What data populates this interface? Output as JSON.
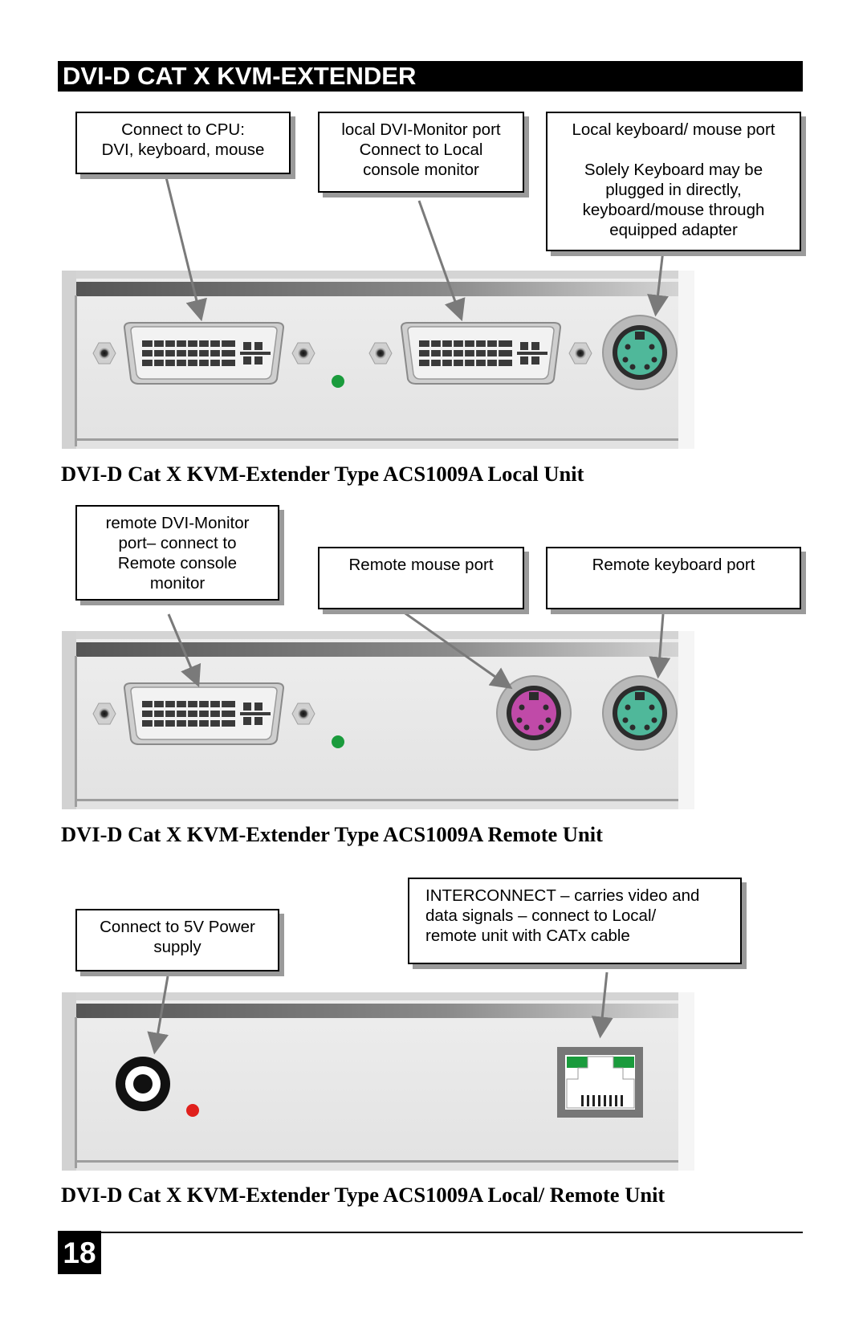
{
  "header": {
    "title": "DVI-D CAT X KVM-EXTENDER"
  },
  "local_unit": {
    "callouts": [
      {
        "lines": [
          "Connect to CPU:",
          "DVI, keyboard, mouse"
        ]
      },
      {
        "lines": [
          "local DVI-Monitor port",
          "Connect to Local",
          "console monitor"
        ]
      },
      {
        "lines": [
          "Local keyboard/ mouse port",
          "",
          "Solely Keyboard may be",
          "plugged in directly,",
          "keyboard/mouse through",
          "equipped adapter"
        ]
      }
    ],
    "caption": "DVI-D Cat X KVM-Extender Type ACS1009A Local Unit"
  },
  "remote_unit": {
    "callouts": [
      {
        "lines": [
          "remote DVI-Monitor",
          "port– connect to",
          "Remote console",
          "monitor"
        ]
      },
      {
        "lines": [
          "Remote mouse port"
        ]
      },
      {
        "lines": [
          "Remote keyboard port"
        ]
      }
    ],
    "caption": "DVI-D Cat X KVM-Extender Type ACS1009A Remote Unit"
  },
  "rear_unit": {
    "callouts": [
      {
        "lines": [
          "Connect to 5V Power",
          "supply"
        ]
      },
      {
        "lines": [
          "INTERCONNECT – carries video and",
          "data signals – connect to Local/",
          "remote unit with CATx cable"
        ]
      }
    ],
    "caption": "DVI-D Cat X KVM-Extender Type ACS1009A Local/ Remote Unit"
  },
  "footer": {
    "page_number": "18"
  },
  "colors": {
    "keyboard_port": "#4fb89a",
    "mouse_port": "#c04aa8",
    "led_green": "#1a9b3c",
    "led_red": "#e0201c",
    "panel_gray": "#e6e6e6"
  }
}
